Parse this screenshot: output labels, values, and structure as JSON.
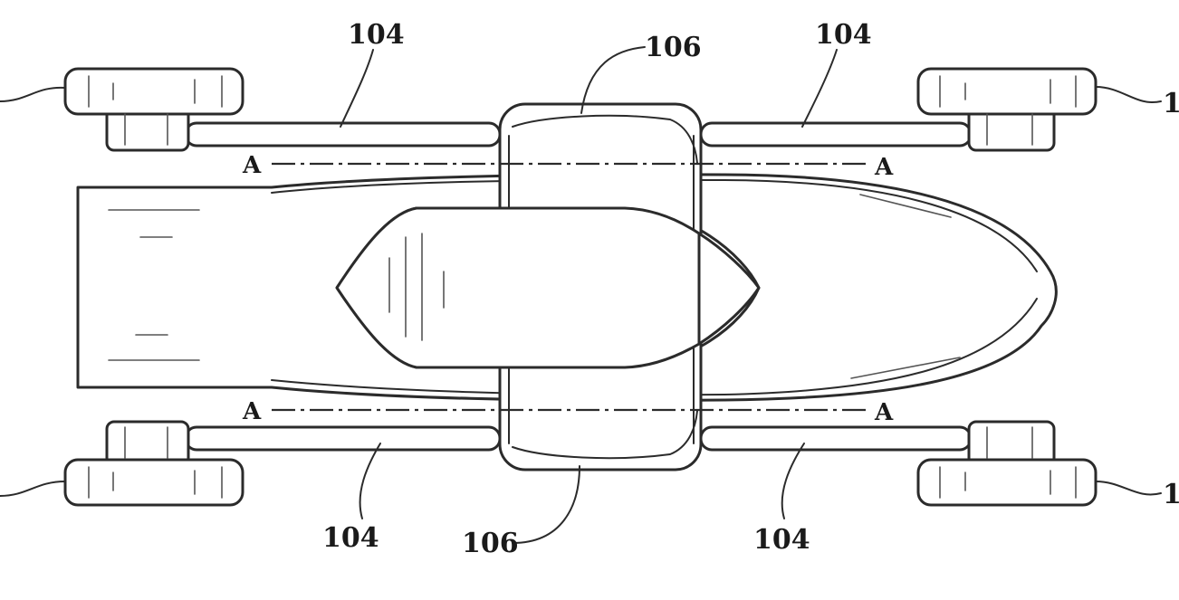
{
  "figure": {
    "labels": {
      "arm_top_left": "104",
      "arm_top_right": "104",
      "arm_bottom_left": "104",
      "arm_bottom_right": "104",
      "hub_top": "106",
      "hub_bottom": "106",
      "wheel_right_top": "1",
      "wheel_right_bottom": "1"
    },
    "section_marks": {
      "top_left": "A",
      "top_right": "A",
      "bottom_left": "A",
      "bottom_right": "A"
    }
  }
}
